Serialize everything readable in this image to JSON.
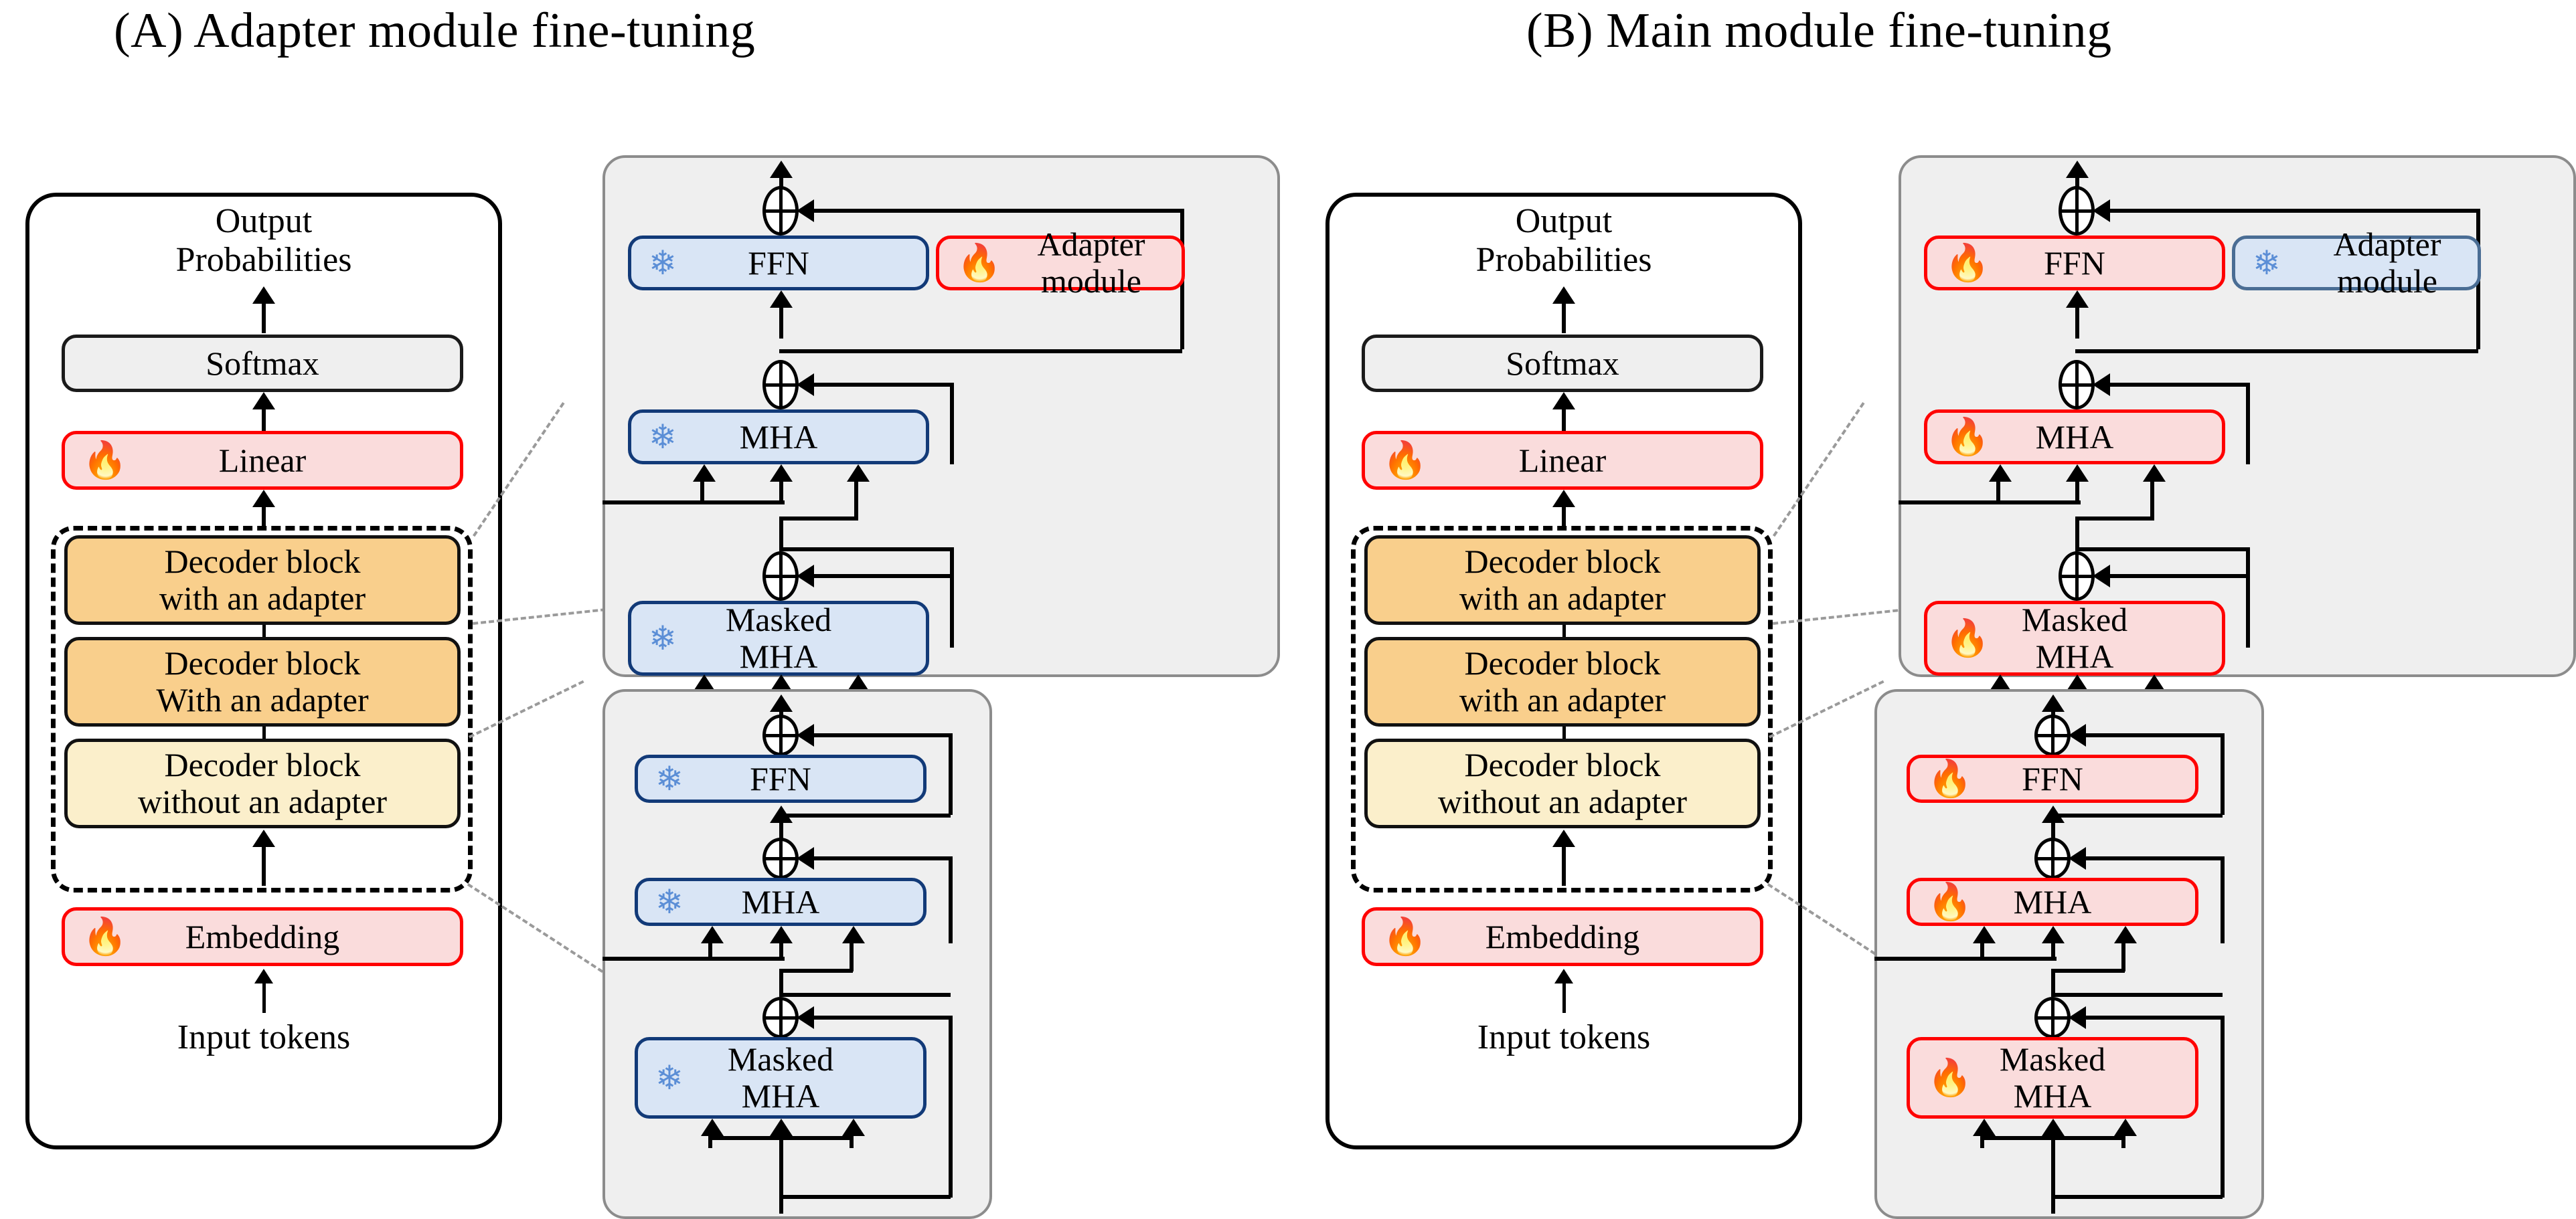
{
  "figure": {
    "type": "diagram",
    "description": "Two side-by-side transformer decoder fine-tuning schematics contrasting adapter-module fine-tuning with main-module fine-tuning."
  },
  "colors": {
    "flame_red": "#ff0000",
    "snow_blue": "#5b8ed6",
    "trainable_fill": "#fadcdc",
    "trainable_border": "#ff0000",
    "frozen_fill": "#d9e5f5",
    "frozen_border": "#123a78",
    "adapter_block_fill": "#f9cf8c",
    "plain_block_fill": "#fbefcb",
    "softmax_fill": "#efefef",
    "expanded_card_fill": "#efefef",
    "expanded_card_border": "#8c8c8c"
  },
  "icons": {
    "flame": "🔥",
    "snowflake": "❄",
    "flame_name": "flame-icon",
    "snowflake_name": "snowflake-icon"
  },
  "panels": [
    {
      "id": "A",
      "title": "(A) Adapter module fine-tuning",
      "stack": {
        "output_label_line1": "Output",
        "output_label_line2": "Probabilities",
        "softmax": "Softmax",
        "linear": "Linear",
        "linear_state": "trainable",
        "decoder_blocks": [
          {
            "line1": "Decoder block",
            "line2": "with an adapter",
            "variant": "adapter"
          },
          {
            "line1": "Decoder block",
            "line2": "With an adapter",
            "variant": "adapter"
          },
          {
            "line1": "Decoder block",
            "line2": "without an adapter",
            "variant": "plain"
          }
        ],
        "embedding": "Embedding",
        "embedding_state": "trainable",
        "input_label": "Input tokens"
      },
      "expanded_with_adapter": {
        "ffn": "FFN",
        "ffn_state": "frozen",
        "adapter": "Adapter module",
        "adapter_state": "trainable",
        "mha": "MHA",
        "mha_state": "frozen",
        "masked_line1": "Masked",
        "masked_line2": "MHA",
        "masked_state": "frozen"
      },
      "expanded_without_adapter": {
        "ffn": "FFN",
        "ffn_state": "frozen",
        "mha": "MHA",
        "mha_state": "frozen",
        "masked_line1": "Masked",
        "masked_line2": "MHA",
        "masked_state": "frozen"
      }
    },
    {
      "id": "B",
      "title": "(B) Main module fine-tuning",
      "stack": {
        "output_label_line1": "Output",
        "output_label_line2": "Probabilities",
        "softmax": "Softmax",
        "linear": "Linear",
        "linear_state": "trainable",
        "decoder_blocks": [
          {
            "line1": "Decoder block",
            "line2": "with an adapter",
            "variant": "adapter"
          },
          {
            "line1": "Decoder block",
            "line2": "with an adapter",
            "variant": "adapter"
          },
          {
            "line1": "Decoder block",
            "line2": "without an adapter",
            "variant": "plain"
          }
        ],
        "embedding": "Embedding",
        "embedding_state": "trainable",
        "input_label": "Input tokens"
      },
      "expanded_with_adapter": {
        "ffn": "FFN",
        "ffn_state": "trainable",
        "adapter": "Adapter module",
        "adapter_state": "frozen",
        "mha": "MHA",
        "mha_state": "trainable",
        "masked_line1": "Masked",
        "masked_line2": "MHA",
        "masked_state": "trainable"
      },
      "expanded_without_adapter": {
        "ffn": "FFN",
        "ffn_state": "trainable",
        "mha": "MHA",
        "mha_state": "trainable",
        "masked_line1": "Masked",
        "masked_line2": "MHA",
        "masked_state": "trainable"
      }
    }
  ]
}
